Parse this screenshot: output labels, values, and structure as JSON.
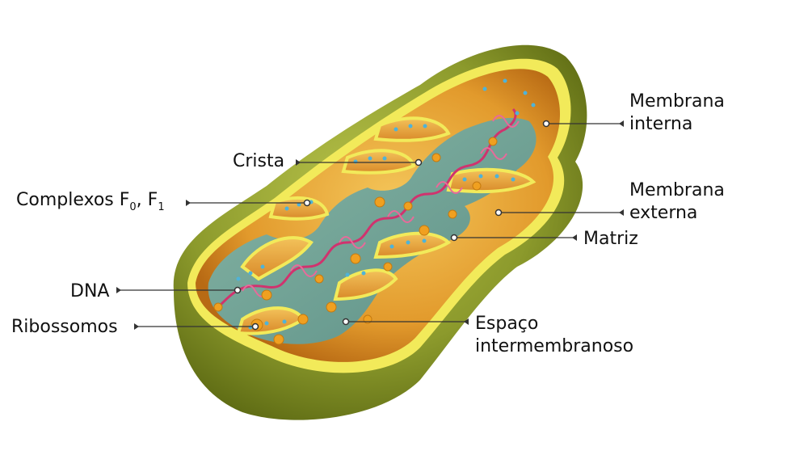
{
  "labels": {
    "membrana_interna": [
      "Membrana",
      "interna"
    ],
    "crista": "Crista",
    "complexos": {
      "text": "Complexos F",
      "sub0": "0",
      "sep": ", F",
      "sub1": "1"
    },
    "membrana_externa": [
      "Membrana",
      "externa"
    ],
    "matriz": "Matriz",
    "dna": "DNA",
    "ribossomos": "Ribossomos",
    "espaco": [
      "Espaço",
      "intermembranoso"
    ]
  },
  "colors": {
    "outer_membrane": "#8c9a2c",
    "outer_membrane_dark": "#5d6a14",
    "membrane_yellow": "#f2ea5a",
    "intermembrane": "#d98a2a",
    "matrix": "#6f9e94",
    "crista_fill": "#e6a23a",
    "dna": "#d0336e",
    "ribosome": "#f0a020",
    "particle": "#4fb3d8",
    "leader": "#333333"
  }
}
